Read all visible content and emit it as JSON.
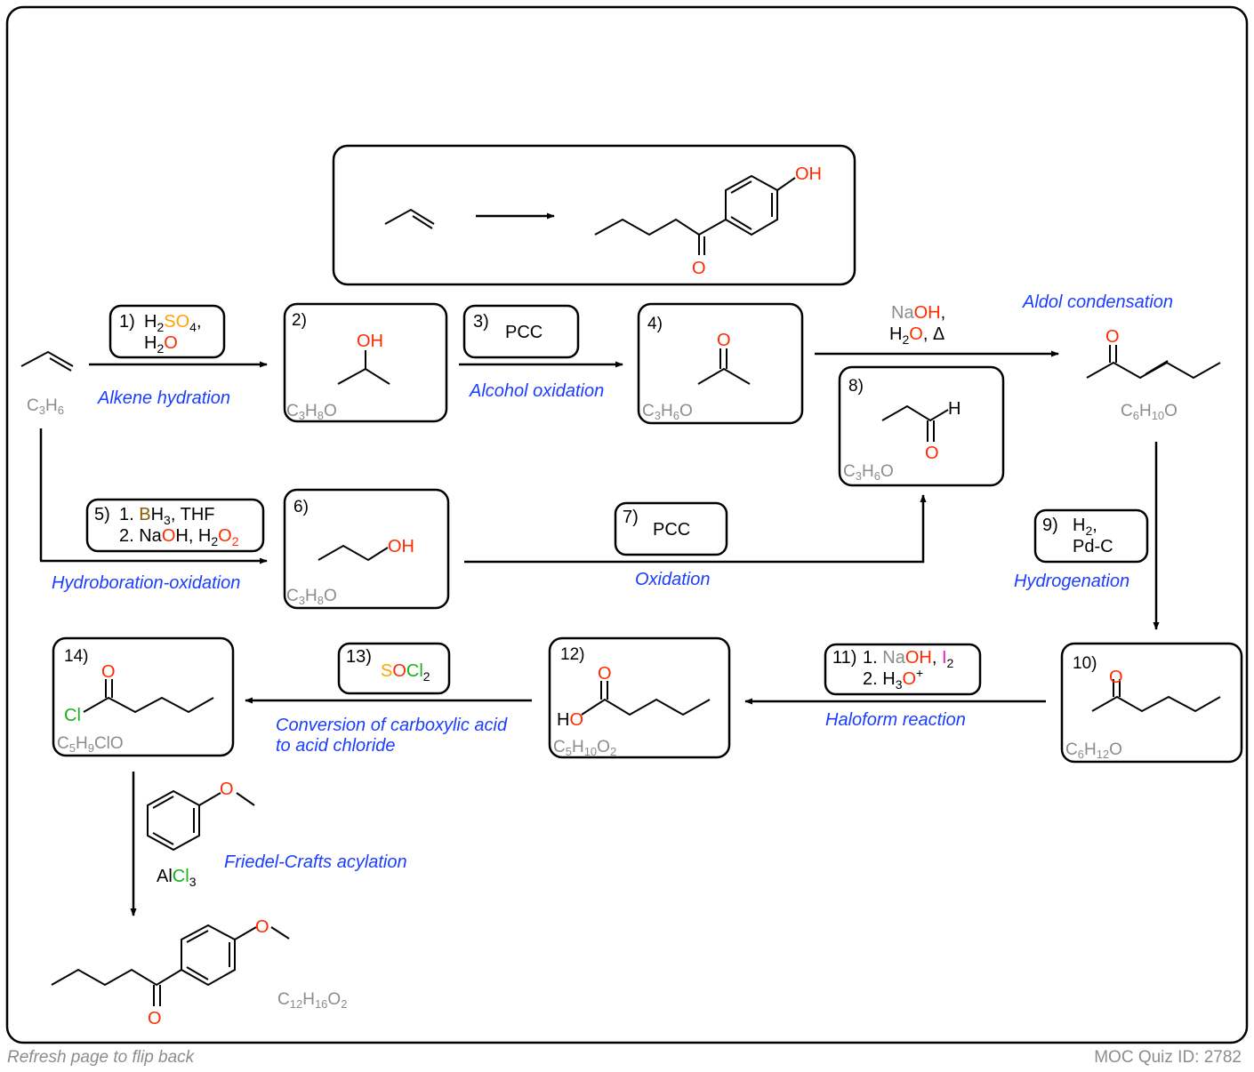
{
  "footer": {
    "left": "Refresh page to flip back",
    "right": "MOC Quiz ID: 2782"
  },
  "colors": {
    "oxygen": "#ff2a00",
    "sulfur": "#ffa500",
    "chlorine": "#19b219",
    "boron": "#8b5a00",
    "sodium": "#8c8c8c",
    "iodine": "#e020c0",
    "label": "#1a3dff",
    "formula": "#8c8c8c"
  },
  "target": {
    "oh_label": "OH",
    "o_label": "O"
  },
  "start": {
    "formula": [
      "C",
      "3",
      "H",
      "6"
    ]
  },
  "steps": {
    "s1": {
      "num": "1)",
      "line1": [
        "H",
        "2",
        "SO",
        "4",
        ","
      ],
      "line2": [
        "H",
        "2",
        "O"
      ],
      "label": "Alkene hydration"
    },
    "s2": {
      "num": "2)",
      "atom": "OH",
      "formula": [
        "C",
        "3",
        "H",
        "8",
        "O"
      ]
    },
    "s3": {
      "num": "3)",
      "reagent": "PCC",
      "label": "Alcohol oxidation"
    },
    "s4": {
      "num": "4)",
      "atom": "O",
      "formula": [
        "C",
        "3",
        "H",
        "6",
        "O"
      ]
    },
    "aldol": {
      "line1": [
        "Na",
        "OH",
        ","
      ],
      "line2": [
        "H",
        "2",
        "O",
        ", Δ"
      ],
      "label": "Aldol condensation",
      "atom": "O",
      "formula": [
        "C",
        "6",
        "H",
        "10",
        "O"
      ]
    },
    "s5": {
      "num": "5)",
      "line1": [
        "1. ",
        "B",
        "H",
        "3",
        ", THF"
      ],
      "line2": [
        "2. Na",
        "O",
        "H, H",
        "2",
        "O",
        "2"
      ],
      "label": "Hydroboration-oxidation"
    },
    "s6": {
      "num": "6)",
      "atom": "OH",
      "formula": [
        "C",
        "3",
        "H",
        "8",
        "O"
      ]
    },
    "s7": {
      "num": "7)",
      "reagent": "PCC",
      "label": "Oxidation"
    },
    "s8": {
      "num": "8)",
      "atomH": "H",
      "atomO": "O",
      "formula": [
        "C",
        "3",
        "H",
        "6",
        "O"
      ]
    },
    "s9": {
      "num": "9)",
      "line1": [
        "H",
        "2",
        ","
      ],
      "line2": "Pd-C",
      "label": "Hydrogenation"
    },
    "s10": {
      "num": "10)",
      "atom": "O",
      "formula": [
        "C",
        "6",
        "H",
        "12",
        "O"
      ]
    },
    "s11": {
      "num": "11)",
      "line1": [
        "1. ",
        "Na",
        "OH",
        ", ",
        "I",
        "2"
      ],
      "line2": [
        "2. H",
        "3",
        "O",
        "+"
      ],
      "label": "Haloform reaction"
    },
    "s12": {
      "num": "12)",
      "atomO": "O",
      "atomHO": [
        "H",
        "O"
      ],
      "formula": [
        "C",
        "5",
        "H",
        "10",
        "O",
        "2"
      ]
    },
    "s13": {
      "num": "13)",
      "reagent": [
        "S",
        "O",
        "Cl",
        "2"
      ],
      "label1": "Conversion of carboxylic acid",
      "label2": "to acid chloride"
    },
    "s14": {
      "num": "14)",
      "atomO": "O",
      "atomCl": "Cl",
      "formula": [
        "C",
        "5",
        "H",
        "9",
        "ClO"
      ]
    },
    "fc": {
      "atomO": "O",
      "reagent": [
        "Al",
        "Cl",
        "3"
      ],
      "label": "Friedel-Crafts acylation"
    },
    "product": {
      "atomO1": "O",
      "atomO2": "O",
      "formula": [
        "C",
        "12",
        "H",
        "16",
        "O",
        "2"
      ]
    }
  }
}
